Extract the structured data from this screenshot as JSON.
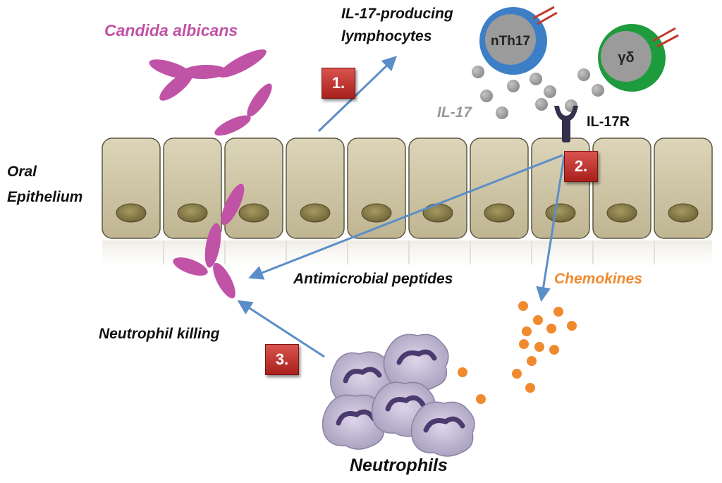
{
  "labels": {
    "candida": "Candida albicans",
    "il17_producing_line1": "IL-17-producing",
    "il17_producing_line2": "lymphocytes",
    "nth17": "nTh17",
    "gd": "γδ",
    "il17": "IL-17",
    "il17r": "IL-17R",
    "oral": "Oral",
    "epithelium": "Epithelium",
    "amp": "Antimicrobial peptides",
    "chemokines": "Chemokines",
    "neutrophil_killing": "Neutrophil killing",
    "neutrophils": "Neutrophils"
  },
  "steps": [
    "1.",
    "2.",
    "3."
  ],
  "colors": {
    "candida": "#c153a6",
    "il17_gray": "#999999",
    "chemokine_orange": "#f08a2e",
    "arrow_blue": "#5b8ec8",
    "cell_fill": "#cfc6a8",
    "nucleus": "#8a7f52",
    "nth17_ring": "#3d7fc6",
    "gd_ring": "#1e9b3c",
    "neutrophil_fill": "#c8c0d8",
    "neutrophil_nucleus": "#4a3a6e",
    "step_red": "#c9302c"
  }
}
